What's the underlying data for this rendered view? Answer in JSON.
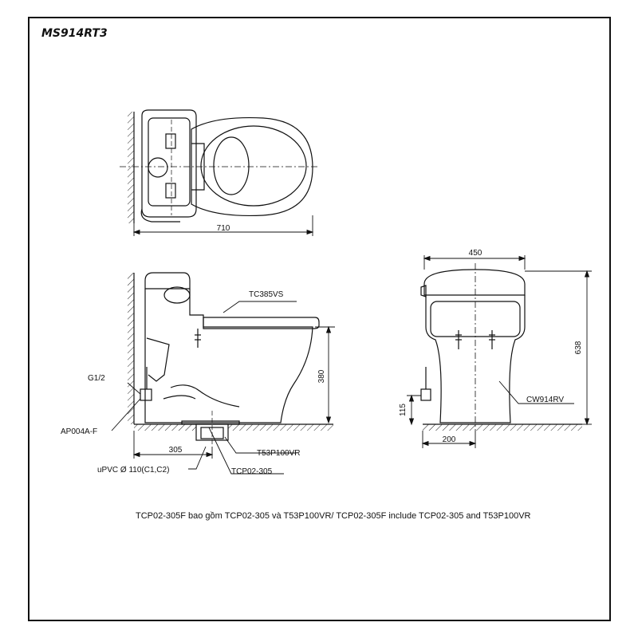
{
  "model": "MS914RT3",
  "dimensions": {
    "length": "710",
    "width": "450",
    "height": "638",
    "seat_height": "380",
    "drain_offset": "305",
    "base_offset": "200",
    "supply_height": "115"
  },
  "labels": {
    "seat": "TC385VS",
    "supply_thread": "G1/2",
    "supply_valve": "AP004A-F",
    "flange": "T53P100VR",
    "pipe": "uPVC Ø 110(C1,C2)",
    "drain_adapter": "TCP02-305",
    "bowl": "CW914RV"
  },
  "footnote": "TCP02-305F bao gồm TCP02-305 và T53P100VR/ TCP02-305F include TCP02-305 and T53P100VR"
}
